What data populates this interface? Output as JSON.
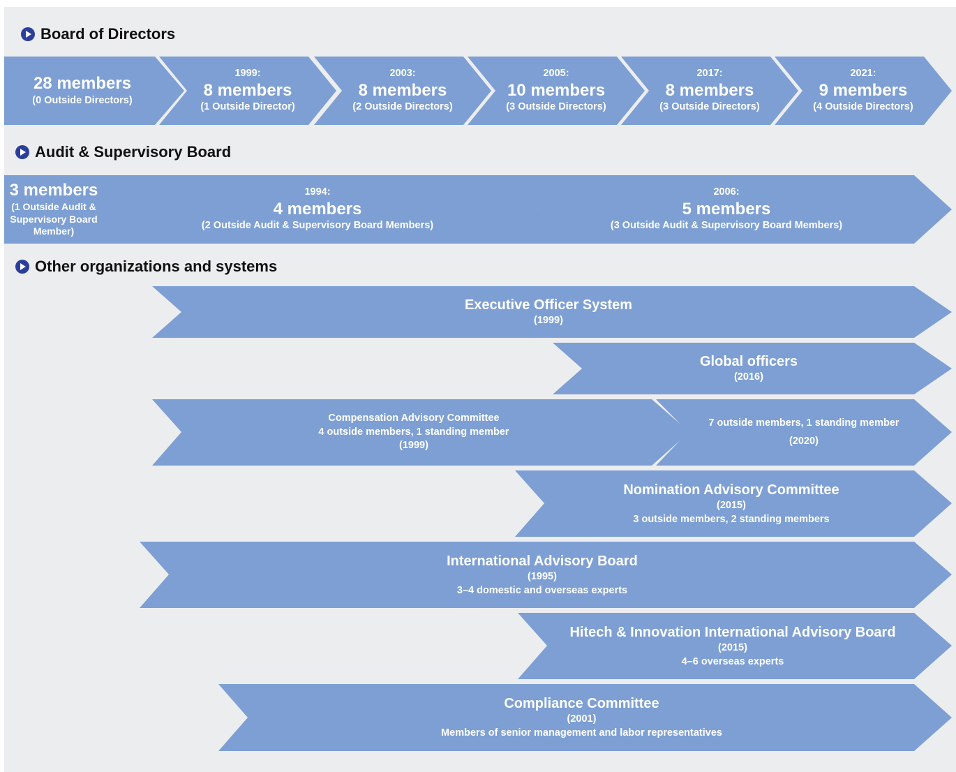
{
  "board": {
    "heading": "Board of Directors",
    "stages": [
      {
        "year": "",
        "count": "28 members",
        "detail": "(0 Outside Directors)"
      },
      {
        "year": "1999:",
        "count": "8 members",
        "detail": "(1 Outside Director)"
      },
      {
        "year": "2003:",
        "count": "8 members",
        "detail": "(2 Outside Directors)"
      },
      {
        "year": "2005:",
        "count": "10 members",
        "detail": "(3 Outside Directors)"
      },
      {
        "year": "2017:",
        "count": "8 members",
        "detail": "(3 Outside Directors)"
      },
      {
        "year": "2021:",
        "count": "9 members",
        "detail": "(4 Outside Directors)"
      }
    ]
  },
  "audit": {
    "heading": "Audit & Supervisory Board",
    "stages": [
      {
        "year": "",
        "count": "3 members",
        "detail": "(1 Outside Audit & Supervisory Board Member)"
      },
      {
        "year": "1994:",
        "count": "4 members",
        "detail": "(2 Outside Audit & Supervisory Board Members)"
      },
      {
        "year": "2006:",
        "count": "5 members",
        "detail": "(3 Outside Audit & Supervisory Board Members)"
      }
    ]
  },
  "other": {
    "heading": "Other organizations and systems",
    "items": [
      {
        "title": "Executive Officer System",
        "lines": [
          "(1999)"
        ]
      },
      {
        "title": "Global officers",
        "lines": [
          "(2016)"
        ]
      },
      {
        "title": "Compensation Advisory Committee",
        "lines": [
          "4 outside members, 1 standing member",
          "(1999)"
        ]
      },
      {
        "title": "",
        "lines": [
          "7 outside members, 1 standing member",
          "(2020)"
        ]
      },
      {
        "title": "Nomination Advisory Committee",
        "lines": [
          "(2015)",
          "3 outside members, 2 standing members"
        ]
      },
      {
        "title": "International Advisory Board",
        "lines": [
          "(1995)",
          "3–4 domestic and overseas experts"
        ]
      },
      {
        "title": "Hitech & Innovation International Advisory Board",
        "lines": [
          "(2015)",
          "4–6 overseas experts"
        ]
      },
      {
        "title": "Compliance Committee",
        "lines": [
          "(2001)",
          "Members of senior management and labor representatives"
        ]
      }
    ]
  },
  "colors": {
    "arrow": "#7d9fd4",
    "bullet": "#2b3f9a",
    "panel": "#ecedef",
    "text": "#ffffff"
  }
}
